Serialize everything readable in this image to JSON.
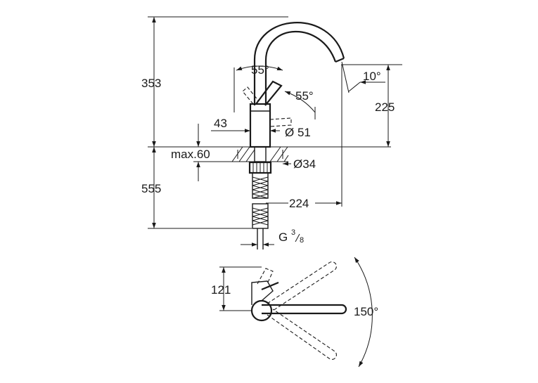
{
  "dimensions": {
    "total_height": "353",
    "lever_angle_top": "55°",
    "lever_angle_side": "55°",
    "spout_angle": "10°",
    "spout_height": "225",
    "base_offset": "43",
    "body_diameter": "Ø 51",
    "max_thickness": "max.60",
    "hole_diameter": "Ø34",
    "hose_length": "555",
    "spout_reach": "224",
    "thread_main": "G",
    "thread_num": "3",
    "thread_den": "8",
    "top_view_depth": "121",
    "swivel_angle": "150°"
  }
}
